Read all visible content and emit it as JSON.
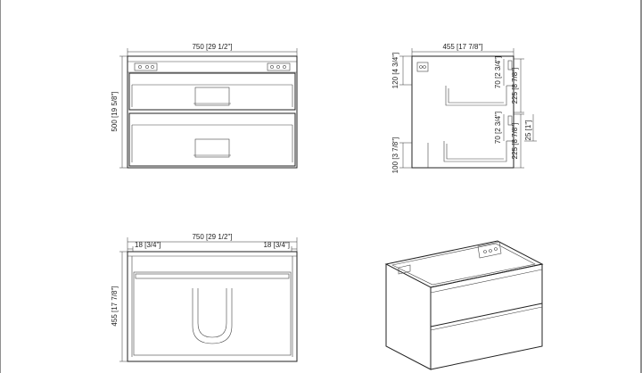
{
  "drawing": {
    "front_view": {
      "width_label": "750 [29 1/2\"]",
      "height_label": "500 [19 5/8\"]"
    },
    "side_view": {
      "depth_label": "455 [17 7/8\"]",
      "left_labels": [
        "120 [4 3/4\"]",
        "100 [3 7/8\"]"
      ],
      "right_labels": [
        "70 [2 3/4\"]",
        "225 [8 7/8\"]",
        "70 [2 3/4\"]",
        "225 [8 7/8\"]",
        "25 [1\"]"
      ]
    },
    "top_view": {
      "width_label": "750 [29 1/2\"]",
      "left_margin_label": "18 [3/4\"]",
      "right_margin_label": "18 [3/4\"]",
      "depth_label": "455 [17 7/8\"]"
    }
  }
}
